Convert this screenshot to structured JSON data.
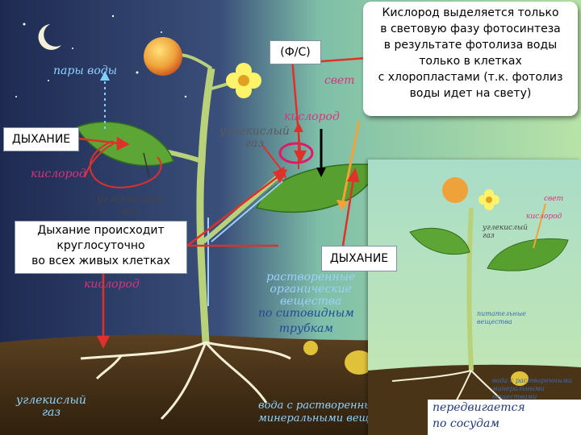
{
  "callouts": {
    "photosynthesis_tag": "(Ф/С)",
    "oxygen_note": [
      "Кислород выделяется только",
      "в световую фазу фотосинтеза",
      "в результате фотолиза воды",
      "только в клетках",
      "с хлоропластами (т.к. фотолиз",
      "воды идет на свету)"
    ],
    "respiration_left": "ДЫХАНИЕ",
    "respiration_center": "ДЫХАНИЕ",
    "respiration_note": [
      "Дыхание происходит",
      "круглосуточно",
      "во всех живых клетках"
    ]
  },
  "diagram_labels": {
    "water_vapor": "пары воды",
    "light": "свет",
    "oxygen_top": "кислород",
    "co2_top": [
      "углекислый",
      "газ"
    ],
    "oxygen_left": "кислород",
    "co2_left": [
      "углекислый",
      "газ"
    ],
    "oxygen_mid": "кислород",
    "organic": [
      "растворенные",
      "органические",
      "вещества"
    ],
    "sieve_tubes": [
      "по ситовидным",
      "трубкам"
    ],
    "co2_bottom": [
      "углекислый",
      "газ"
    ],
    "water_minerals": [
      "вода с растворенными в ней",
      "минеральными веществами"
    ],
    "vessels": [
      "передвигается",
      "по сосудам"
    ]
  },
  "inset_labels": {
    "light": "свет",
    "oxygen": "кислород",
    "co2": [
      "углекислый",
      "газ"
    ],
    "nutrients": [
      "питательные",
      "вещества"
    ],
    "water_minerals": [
      "вода с растворенными",
      "минеральными веществами"
    ]
  },
  "colors": {
    "night_sky": "#1e2a52",
    "day_sky": "#9fd7c6",
    "soil": "#4a3418",
    "leaf": "#4f9a2e",
    "callout_arrow": "#e0302a",
    "respiration_arrow": "#000000",
    "light_arrow": "#f3a23a",
    "label_pink": "#d4357e",
    "label_blue": "#8fd3ff"
  }
}
